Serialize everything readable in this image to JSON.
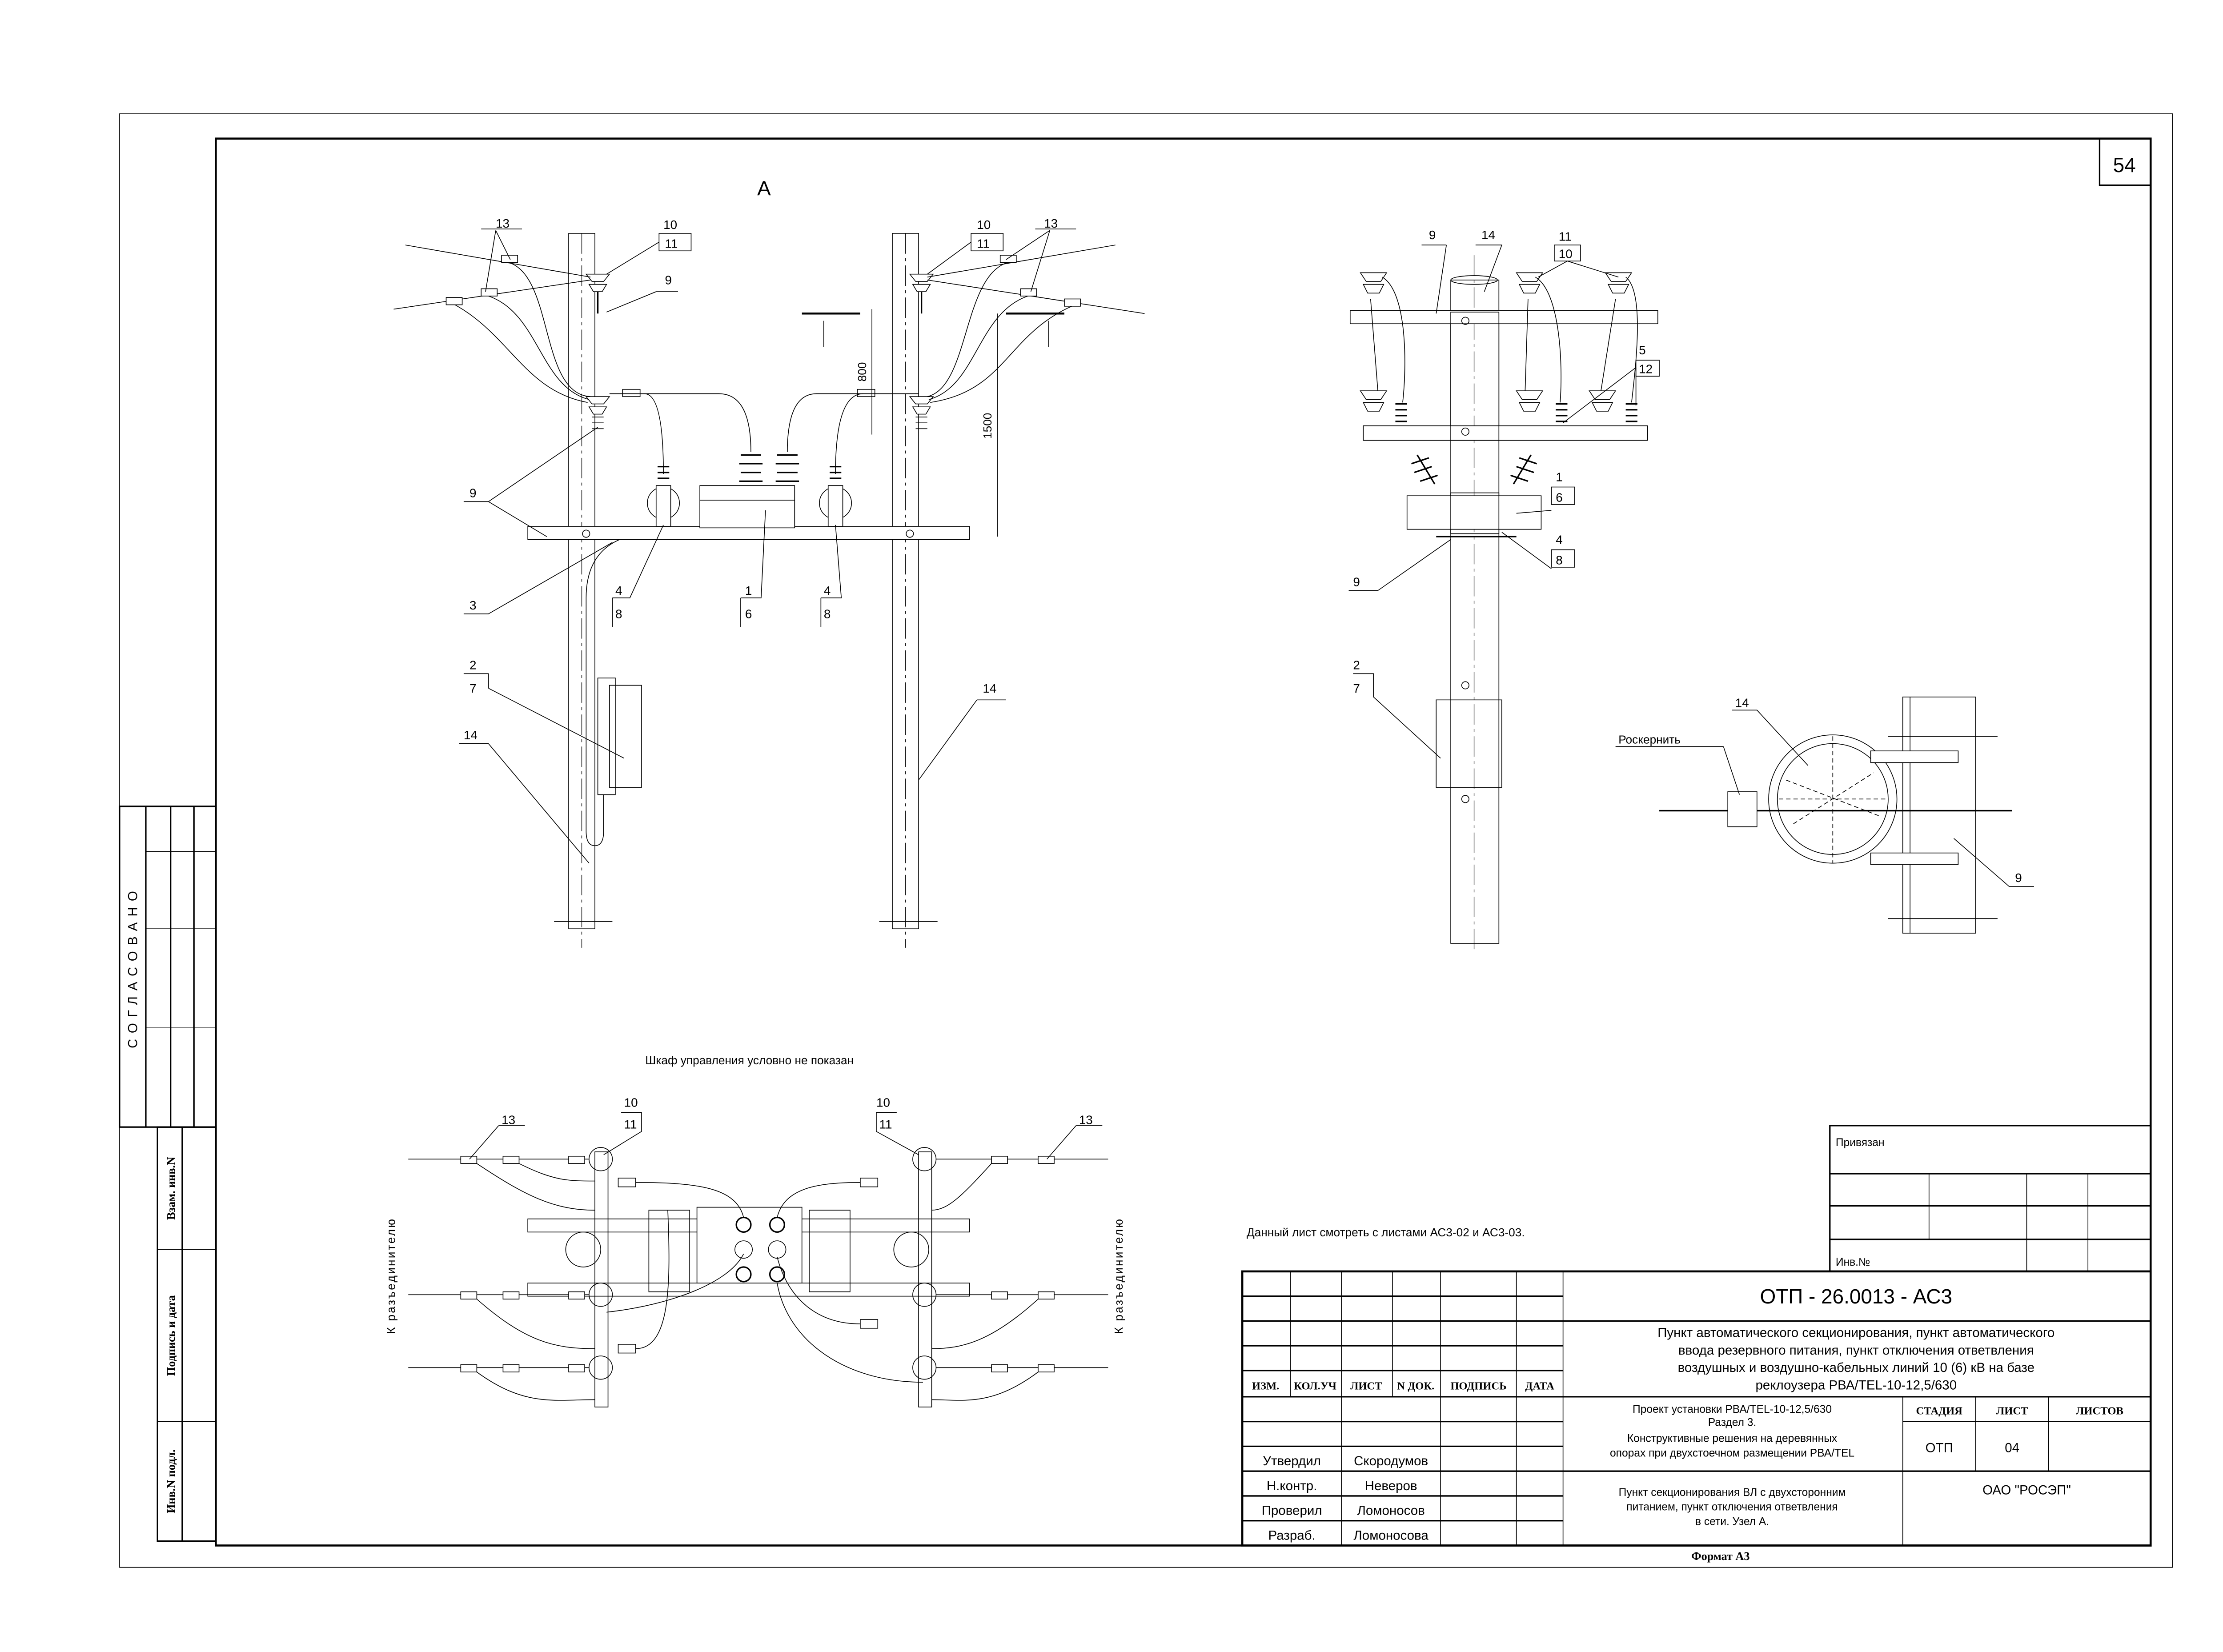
{
  "sheet": {
    "page_number": "54",
    "view_label": "А",
    "format_label": "Формат А3"
  },
  "left_strip": {
    "agreed_label": "СОГЛАСОВАНО",
    "inv_podl": "Инв.N подл.",
    "sign_date": "Подпись и дата",
    "vzam_inv": "Взам. инв.N"
  },
  "notes": {
    "cabinet_note": "Шкаф управления условно не показан",
    "sheet_note": "Данный лист смотреть с листами АС3-02 и АС3-03.",
    "to_disconnector": "К разъединителю",
    "center_punch": "Роскернить"
  },
  "dimensions": {
    "d800": "800",
    "d1500": "1500"
  },
  "front_view_labels": {
    "l13": "13",
    "l10": "10",
    "l11": "11",
    "l9a": "9",
    "l9b": "9",
    "l3": "3",
    "l4a": "4",
    "l8a": "8",
    "l1": "1",
    "l6": "6",
    "l4b": "4",
    "l8b": "8",
    "l2": "2",
    "l7": "7",
    "l14a": "14",
    "l14b": "14",
    "r10": "10",
    "r11": "11",
    "r13": "13"
  },
  "side_view_labels": {
    "l9a": "9",
    "l14": "14",
    "l11": "11",
    "l10": "10",
    "l5": "5",
    "l12": "12",
    "l1": "1",
    "l6": "6",
    "l4": "4",
    "l8": "8",
    "l9b": "9",
    "l2": "2",
    "l7": "7"
  },
  "detail_labels": {
    "l14": "14",
    "l9": "9"
  },
  "plan_labels": {
    "l13a": "13",
    "l10a": "10",
    "l11a": "11",
    "l10b": "10",
    "l11b": "11",
    "l13b": "13"
  },
  "binding_block": {
    "title": "Привязан",
    "inv_no": "Инв.№"
  },
  "title_block": {
    "headers": [
      "ИЗМ.",
      "КОЛ.УЧ",
      "ЛИСТ",
      "N ДОК.",
      "ПОДПИСЬ",
      "ДАТА"
    ],
    "roles": [
      {
        "role": "Утвердил",
        "name": "Скородумов"
      },
      {
        "role": "Н.контр.",
        "name": "Неверов"
      },
      {
        "role": "Проверил",
        "name": "Ломоносов"
      },
      {
        "role": "Разраб.",
        "name": "Ломоносова"
      }
    ],
    "code": "ОТП - 26.0013 - АС3",
    "description": [
      "Пункт автоматического секционирования, пункт автоматического",
      "ввода резервного питания, пункт отключения ответвления",
      "воздушных и воздушно-кабельных линий 10 (6) кВ на базе",
      "реклоузера РВА/TEL-10-12,5/630"
    ],
    "project": [
      "Проект установки РВА/TEL-10-12,5/630",
      "Раздел 3.",
      "Конструктивные решения на деревянных",
      "опорах при двухстоечном размещении РВА/TEL"
    ],
    "stage_header": "СТАДИЯ",
    "sheet_header": "ЛИСТ",
    "sheets_header": "ЛИСТОВ",
    "stage": "ОТП",
    "sheet": "04",
    "sheet_title": [
      "Пункт секционирования ВЛ с двухсторонним",
      "питанием, пункт отключения ответвления",
      "в сети. Узел А."
    ],
    "company": "ОАО \"РОСЭП\""
  }
}
